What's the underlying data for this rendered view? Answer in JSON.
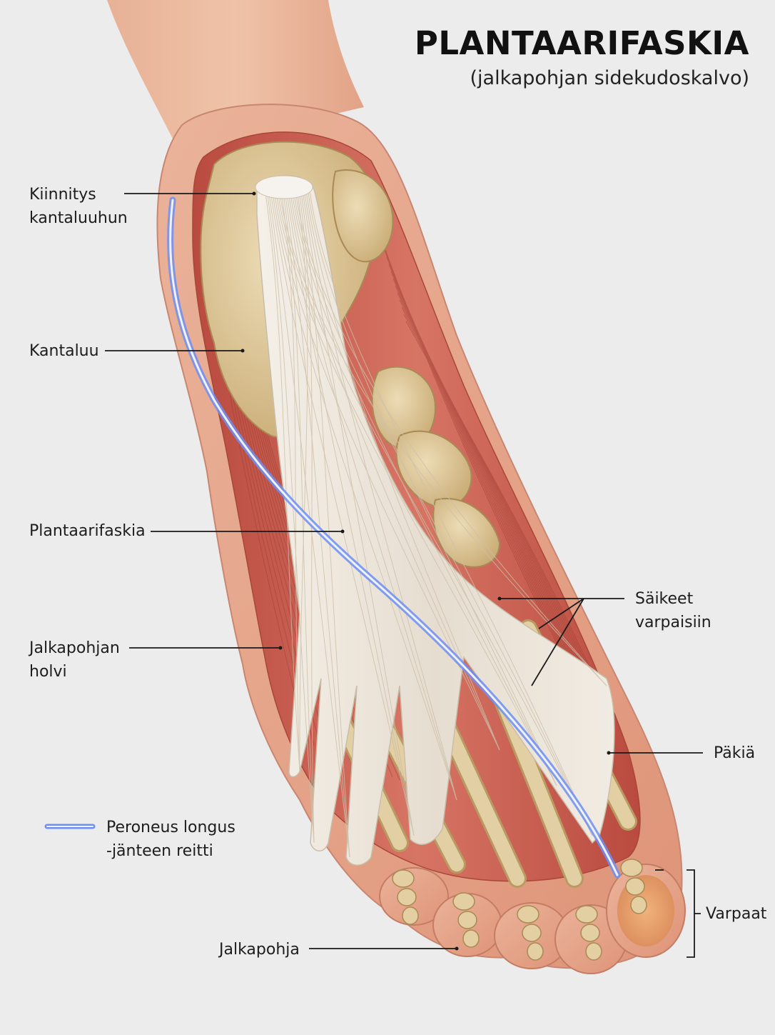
{
  "title": "PLANTAARIFASKIA",
  "subtitle": "(jalkapohjan sidekudoskalvo)",
  "labels": {
    "attachment": {
      "line1": "Kiinnitys",
      "line2": "kantaluuhun"
    },
    "calcaneus": "Kantaluu",
    "fascia": "Plantaarifaskia",
    "arch": {
      "line1": "Jalkapohjan",
      "line2": "holvi"
    },
    "fibers": {
      "line1": "Säikeet",
      "line2": "varpaisiin"
    },
    "ball": "Päkiä",
    "toes": "Varpaat",
    "sole": "Jalkapohja"
  },
  "legend": {
    "line1": "Peroneus longus",
    "line2": "-jänteen reitti"
  },
  "colors": {
    "background": "#ececed",
    "skin": "#e9a98f",
    "muscle": "#c75d4f",
    "bone": "#d8c293",
    "fascia": "#ede7dc",
    "tendon_route": "#6f8ff2"
  }
}
